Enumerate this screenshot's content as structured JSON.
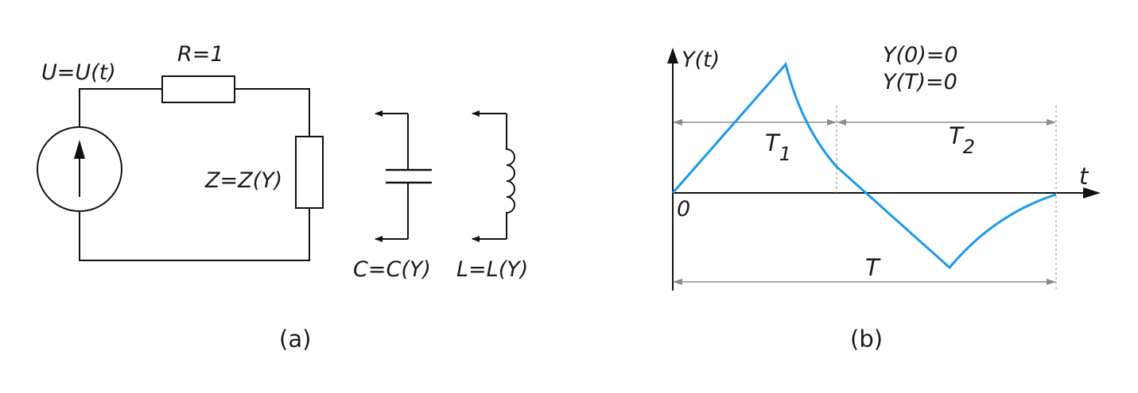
{
  "panel_a": {
    "source_label": "U=U(t)",
    "resistor_label": "R=1",
    "impedance_label": "Z=Z(Y)",
    "capacitor_label": "C=C(Y)",
    "inductor_label": "L=L(Y)",
    "caption": "(a)"
  },
  "panel_b": {
    "y_axis_label": "Y(t)",
    "x_axis_label": "t",
    "origin_label": "0",
    "condition_1": "Y(0)=0",
    "condition_2": "Y(T)=0",
    "interval_1": "T",
    "interval_1_sub": "1",
    "interval_2": "T",
    "interval_2_sub": "2",
    "period_label": "T",
    "caption": "(b)",
    "curve_color": "#1a9ae8"
  }
}
